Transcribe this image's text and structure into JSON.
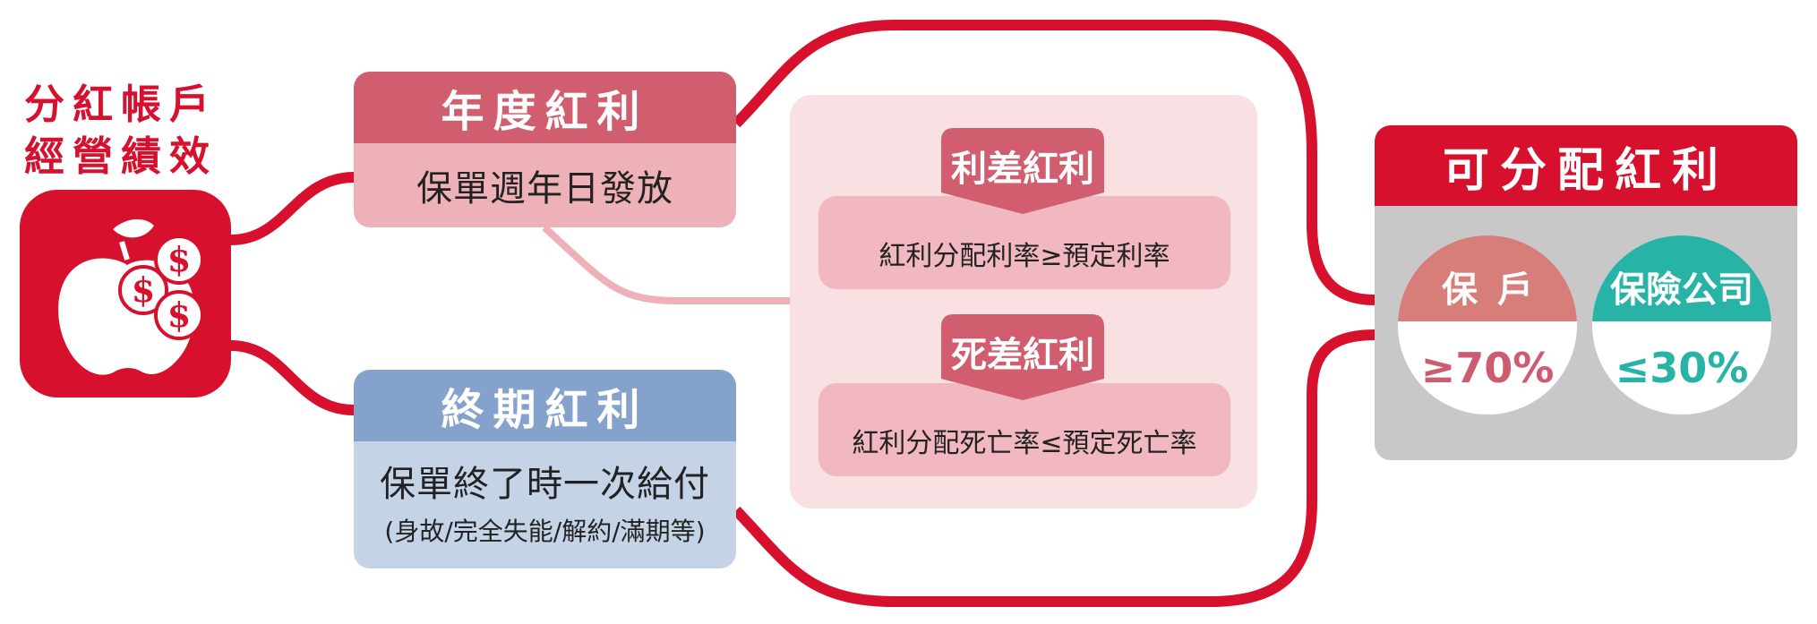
{
  "left_title": {
    "line1": "分紅帳戶",
    "line2": "經營績效"
  },
  "icons": {
    "apple": "apple-with-dollar-coins-icon"
  },
  "annual_dividend": {
    "title": "年度紅利",
    "description": "保單週年日發放"
  },
  "terminal_dividend": {
    "title": "終期紅利",
    "description": "保單終了時一次給付",
    "note": "(身故/完全失能/解約/滿期等)"
  },
  "interest_dividend": {
    "label": "利差紅利",
    "condition": "紅利分配利率≥預定利率"
  },
  "mortality_dividend": {
    "label": "死差紅利",
    "condition": "紅利分配死亡率≤預定死亡率"
  },
  "distributable_dividend": {
    "title": "可分配紅利",
    "policyholder": {
      "label": "保戶",
      "share": "≥70%"
    },
    "insurer": {
      "label": "保險公司",
      "share": "≤30%"
    }
  },
  "colors": {
    "brand_red": "#d7102e",
    "annual_head": "#d05e6e",
    "annual_body": "#eeb1b8",
    "terminal_head": "#84a2cb",
    "terminal_body": "#c5d3e7",
    "center_panel": "#f8e0e3",
    "formula_bar": "#f1b8c2",
    "policyholder": "#d77d7a",
    "insurer": "#28b3a7",
    "dist_body": "#c8c8c8"
  }
}
